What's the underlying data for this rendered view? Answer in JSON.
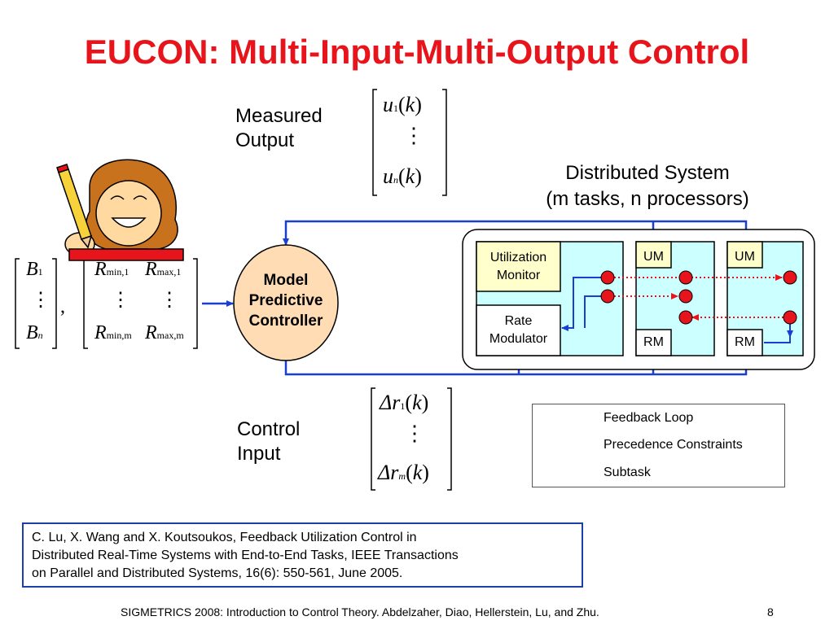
{
  "title": "EUCON: Multi-Input-Multi-Output Control",
  "measured_output": {
    "line1": "Measured",
    "line2": "Output"
  },
  "control_input": {
    "line1": "Control",
    "line2": "Input"
  },
  "distributed_system": {
    "line1": "Distributed System",
    "line2": "(m tasks, n processors)"
  },
  "mpc": {
    "line1": "Model",
    "line2": "Predictive",
    "line3": "Controller"
  },
  "utilization_monitor": {
    "line1": "Utilization",
    "line2": "Monitor"
  },
  "rate_modulator": {
    "line1": "Rate",
    "line2": "Modulator"
  },
  "um_label": "UM",
  "rm_label": "RM",
  "legend": {
    "feedback": "Feedback Loop",
    "precedence": "Precedence Constraints",
    "subtask": "Subtask"
  },
  "matrices": {
    "u1": "u",
    "u1_sub": "1",
    "uk": "(k)",
    "un": "u",
    "un_sub": "n",
    "r1": "Δr",
    "r1_sub": "1",
    "rm": "Δr",
    "rm_sub": "m",
    "b1": "B",
    "b1_sub": "1",
    "bn": "B",
    "bn_sub": "n",
    "rmin1": "R",
    "rmin1_sub": "min,1",
    "rmax1": "R",
    "rmax1_sub": "max,1",
    "rminm": "R",
    "rminm_sub": "min,m",
    "rmaxm": "R",
    "rmaxm_sub": "max,m",
    "comma": ",",
    "vdots": "⋮"
  },
  "citation": {
    "line1": "C. Lu, X. Wang and X. Koutsoukos, Feedback Utilization Control in",
    "line2": "Distributed Real-Time Systems with End-to-End Tasks, IEEE Transactions",
    "line3": "on Parallel and Distributed Systems, 16(6): 550-561, June 2005."
  },
  "footer": "SIGMETRICS 2008: Introduction to Control Theory. Abdelzaher, Diao, Hellerstein, Lu, and Zhu.",
  "page_number": "8",
  "colors": {
    "title": "#e8141b",
    "feedback": "#1a3fd0",
    "precedence": "#e8141b",
    "cyan": "#ccffff",
    "yellow": "#ffffcc",
    "mpc": "#ffdcb4"
  }
}
